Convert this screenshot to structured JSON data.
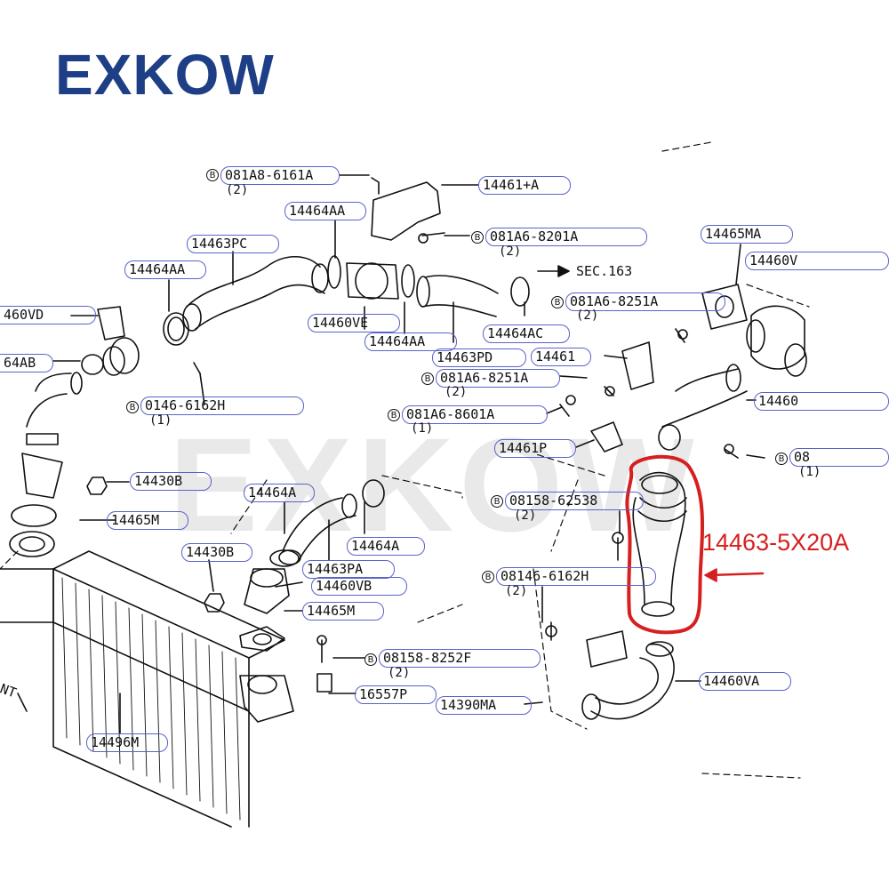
{
  "brand": "EXKOW",
  "watermark": "EXKOW",
  "highlight_part": "14463-5X20A",
  "colors": {
    "brand": "#1e3f86",
    "highlight": "#d62020",
    "label_border": "#5a63c9"
  },
  "labels": {
    "l1": "081A8-6161A",
    "l2": "14461+A",
    "l3": "14464AA",
    "l4": "081A6-8201A",
    "l5": "14465MA",
    "l6": "14460V",
    "l7": "14463PC",
    "l8": "14464AA",
    "l9": "SEC.163",
    "l10": "081A6-8251A",
    "l11": "14460VE",
    "l12": "14464AC",
    "l13": "14464AA",
    "l14": "14463PD",
    "l15": "14461",
    "l16": "081A6-8251A",
    "l17": "0146-6162H",
    "l18": "081A6-8601A",
    "l19": "14460",
    "l20": "14461P",
    "l21": "14430B",
    "l22": "14464A",
    "l23": "08158-62538",
    "l24": "14465M",
    "l25": "14464A",
    "l26": "14430B",
    "l27": "14463PA",
    "l28": "14460VB",
    "l29": "08146-6162H",
    "l30": "14465M",
    "l31": "08158-8252F",
    "l32": "16557P",
    "l33": "14390MA",
    "l34": "14460VA",
    "l35": "14496M",
    "l36": "460VD",
    "l37": "64AB",
    "l38": "08",
    "l39": "NT",
    "qty2": "(2)",
    "qty1": "(1)",
    "b": "B"
  }
}
